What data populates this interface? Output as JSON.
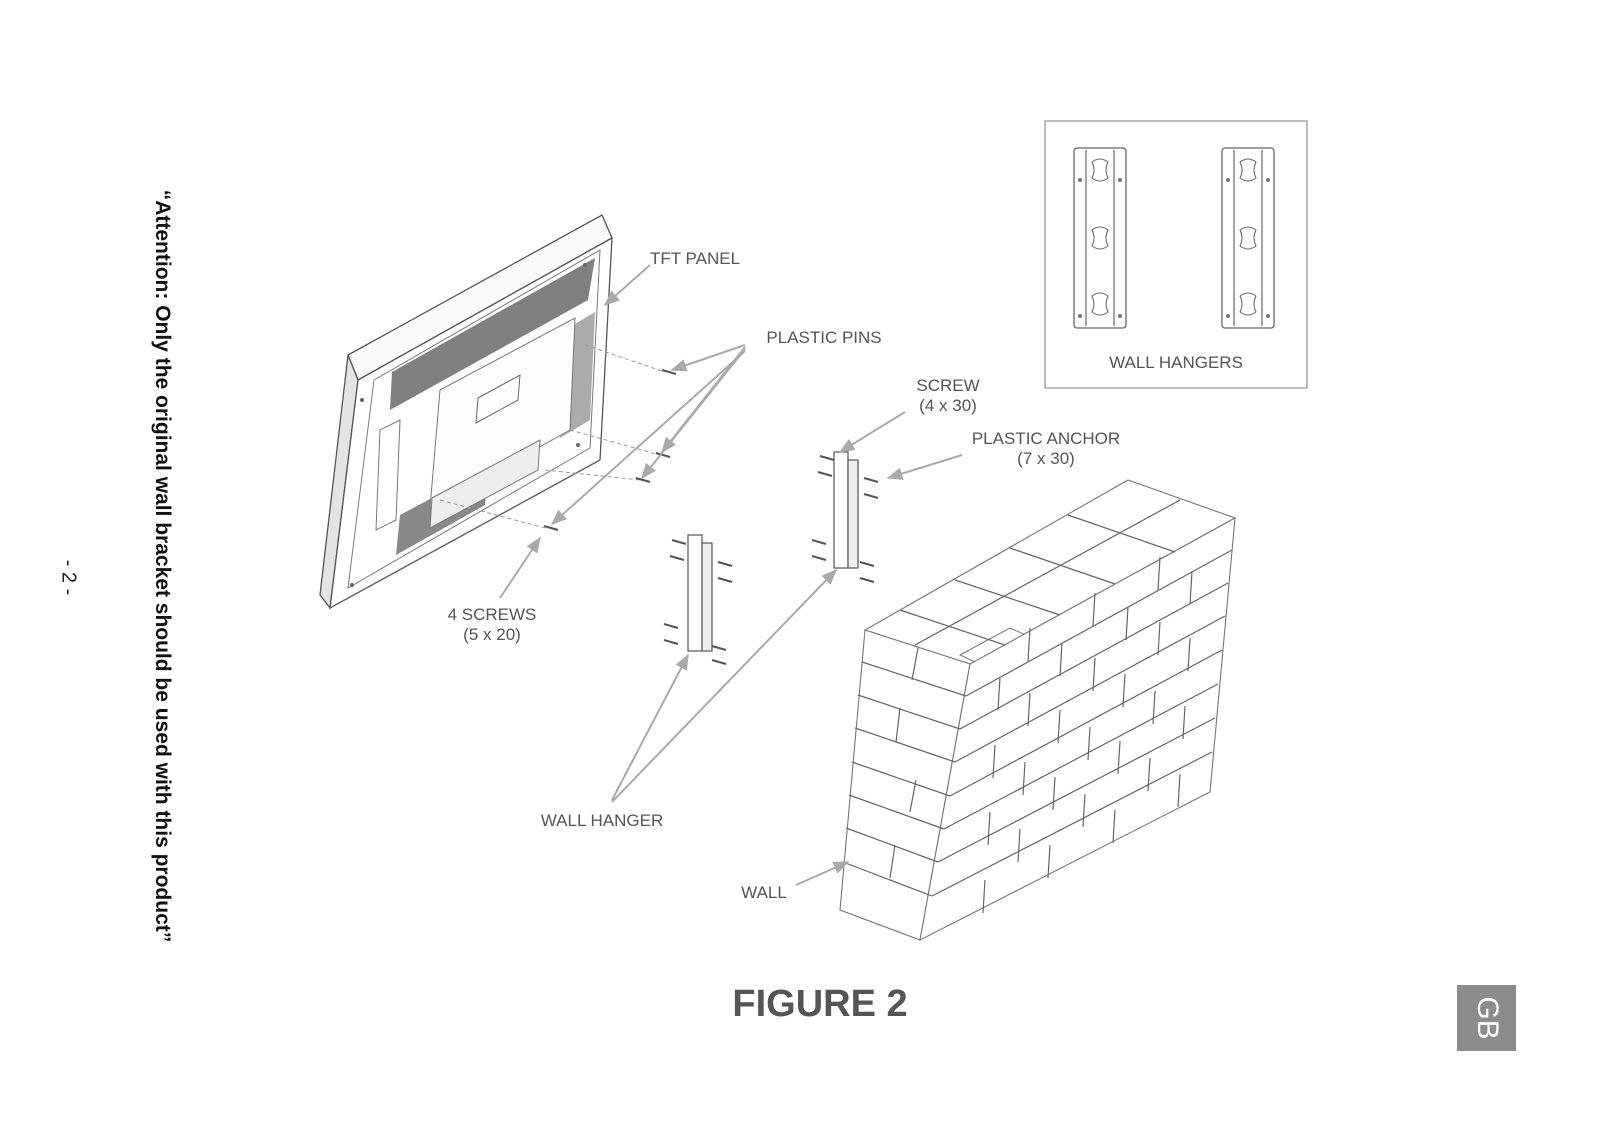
{
  "attention_note": "“Attention: Only the original wall bracket should be used with this product”",
  "page_number": "- 2 -",
  "language_tab": "GB",
  "figure_title": "FIGURE 2",
  "labels": {
    "tft_panel": "TFT PANEL",
    "plastic_pins": "PLASTIC PINS",
    "screw_line1": "SCREW",
    "screw_line2": "(4 x 30)",
    "plastic_anchor_line1": "PLASTIC ANCHOR",
    "plastic_anchor_line2": "(7 x 30)",
    "four_screws_line1": "4 SCREWS",
    "four_screws_line2": "(5 x 20)",
    "wall_hanger": "WALL HANGER",
    "wall": "WALL",
    "wall_hangers_inset": "WALL HANGERS"
  },
  "colors": {
    "line": "#666666",
    "label": "#555555",
    "tab": "#8c8c8c",
    "note": "#111111"
  }
}
